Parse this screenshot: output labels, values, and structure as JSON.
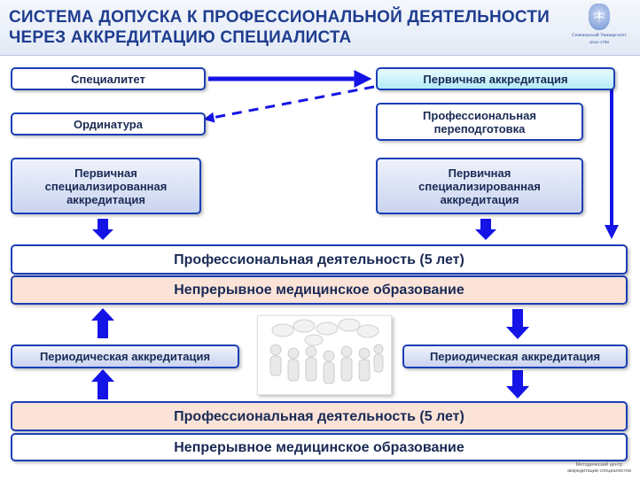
{
  "title": {
    "line1": "СИСТЕМА ДОПУСКА К ПРОФЕССИОНАЛЬНОЙ ДЕЯТЕЛЬНОСТИ",
    "line2": "ЧЕРЕЗ АККРЕДИТАЦИЮ СПЕЦИАЛИСТА"
  },
  "logo": {
    "name": "Сеченовский Университет",
    "since": "since 1758"
  },
  "left": {
    "specialitet": "Специалитет",
    "ordinatura": "Ординатура",
    "primary_specialized": "Первичная специализированная аккредитация"
  },
  "right": {
    "primary": "Первичная аккредитация",
    "retraining": "Профессиональная переподготовка",
    "primary_specialized": "Первичная специализированная аккредитация"
  },
  "bands": {
    "prof_activity_top": "Профессиональная деятельность (5 лет)",
    "cme_top": "Непрерывное медицинское образование",
    "prof_activity_bottom": "Профессиональная деятельность (5 лет)",
    "cme_bottom": "Непрерывное медицинское образование"
  },
  "periodic": {
    "left": "Периодическая аккредитация",
    "right": "Периодическая аккредитация"
  },
  "footer": {
    "line1": "Методический центр",
    "line2": "аккредитации специалистов"
  },
  "colors": {
    "title_text": "#1f3d8f",
    "box_border": "#1b3fb6",
    "arrow": "#1414e6",
    "peach": "#fbe3d7",
    "cyan": "#b3ecf7"
  }
}
